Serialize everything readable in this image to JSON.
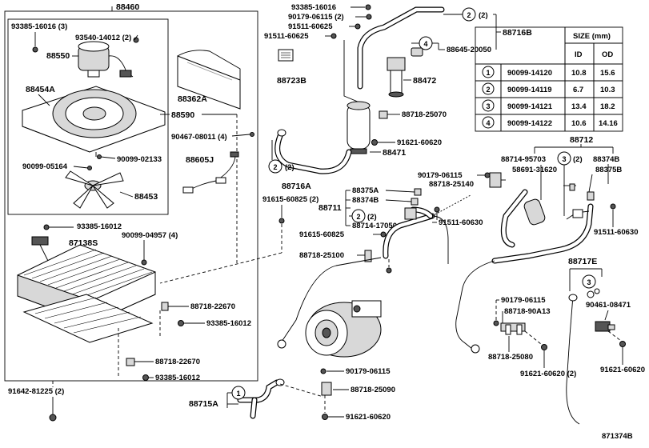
{
  "diagram_id": "871374B",
  "size_table": {
    "title": "SIZE (mm)",
    "col_id": "ID",
    "col_od": "OD",
    "rows": [
      {
        "no": "1",
        "part": "90099-14120",
        "id": "10.8",
        "od": "15.6"
      },
      {
        "no": "2",
        "part": "90099-14119",
        "id": "6.7",
        "od": "10.3"
      },
      {
        "no": "3",
        "part": "90099-14121",
        "id": "13.4",
        "od": "18.2"
      },
      {
        "no": "4",
        "part": "90099-14122",
        "id": "10.6",
        "od": "14.16"
      }
    ]
  },
  "labels": {
    "l88460": "88460",
    "l93385_16016_3": "93385-16016 (3)",
    "l93540": "93540-14012 (2)",
    "l88550": "88550",
    "l88454a": "88454A",
    "l88362a": "88362A",
    "l88590": "88590",
    "l90467": "90467-08011 (4)",
    "l90099_05164": "90099-05164",
    "l90099_02133": "90099-02133",
    "l88605j": "88605J",
    "l88453": "88453",
    "l93385_16016": "93385-16016",
    "l90179_06115_2": "90179-06115 (2)",
    "l91511_60625": "91511-60625",
    "l91511_60625b": "91511-60625",
    "l88716b": "88716B",
    "l88645": "88645-20050",
    "l88723b": "88723B",
    "l88472": "88472",
    "l88718_25070": "88718-25070",
    "l91621_60620": "91621-60620",
    "l88471": "88471",
    "l88716a": "88716A",
    "l91615_60825_2": "91615-60825 (2)",
    "l93385_16012": "93385-16012",
    "l90099_04957": "90099-04957 (4)",
    "l87138s": "87138S",
    "l90179_06115": "90179-06115",
    "l88718_25140": "88718-25140",
    "l88375a": "88375A",
    "l88374b": "88374B",
    "l88711": "88711",
    "l88714_17050": "88714-17050",
    "l91511_60630": "91511-60630",
    "l91615_60825": "91615-60825",
    "l88718_25100": "88718-25100",
    "l88712": "88712",
    "l88714_95703": "88714-95703",
    "l58691": "58691-31620",
    "l88374b_r": "88374B",
    "l88375b": "88375B",
    "l91511_60630_r": "91511-60630",
    "l88717e": "88717E",
    "l90179_06115_r": "90179-06115",
    "l88718_90a13": "88718-90A13",
    "l90461": "90461-08471",
    "l88718_25080": "88718-25080",
    "l91621_60620_2": "91621-60620 (2)",
    "l91621_60620_r": "91621-60620",
    "l88718_22670a": "88718-22670",
    "l93385_16012b": "93385-16012",
    "l88718_22670b": "88718-22670",
    "l93385_16012c": "93385-16012",
    "l91642": "91642-81225 (2)",
    "l90179_06115_b": "90179-06115",
    "l88718_25090": "88718-25090",
    "l88715a": "88715A",
    "l91621_60620_b": "91621-60620"
  },
  "callouts": {
    "c1": "1",
    "c2": "2",
    "c3": "3",
    "c4": "4",
    "q2": "(2)"
  }
}
